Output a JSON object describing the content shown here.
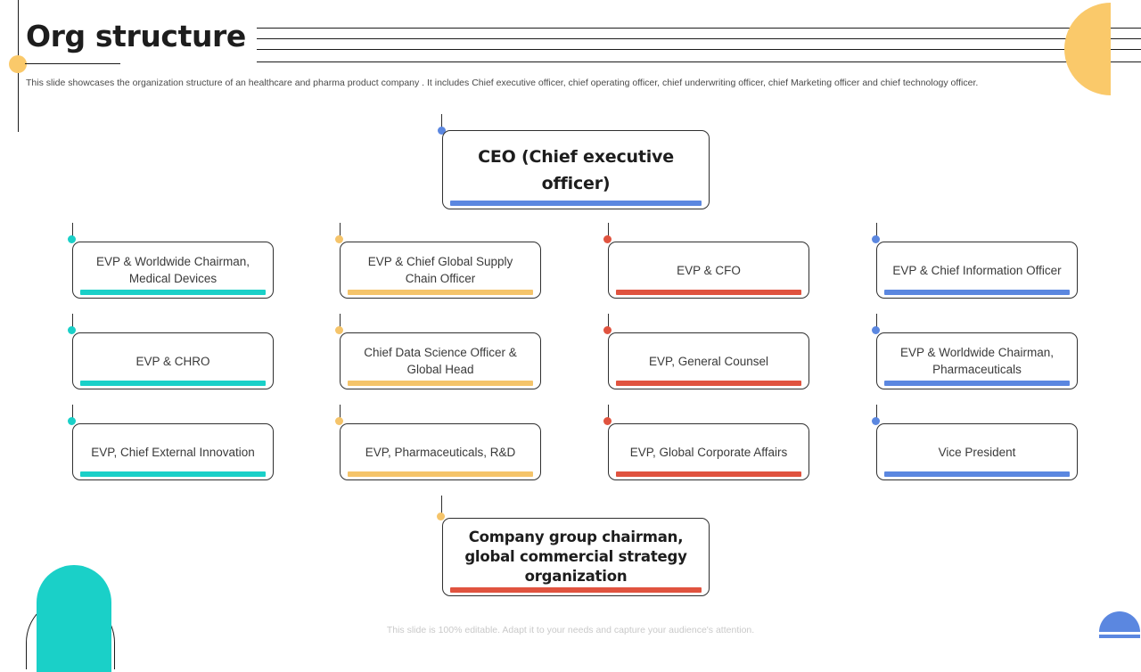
{
  "slide": {
    "title": "Org structure",
    "subtitle": "This slide showcases the organization structure of an healthcare and pharma product company . It includes Chief executive officer, chief operating officer, chief underwriting officer, chief Marketing officer and chief technology officer.",
    "footer_note": "This slide is 100% editable. Adapt it to your needs and capture your audience's attention."
  },
  "colors": {
    "teal": "#1ad0c8",
    "amber": "#f5c46a",
    "red": "#e0533f",
    "blue": "#5b87e0",
    "yellow_deco": "#fac96a",
    "outline": "#2f2f2f",
    "text": "#3a3a3a"
  },
  "chart_data": {
    "type": "diagram",
    "title": "Org structure",
    "nodes": {
      "ceo": {
        "label_main": "CEO",
        "label_paren": "(Chief executive officer)",
        "label": "CEO (Chief executive officer)",
        "accent": "#5b87e0",
        "dot": "#5b87e0"
      },
      "bottom": {
        "label": "Company group chairman, global commercial strategy organization",
        "accent": "#e0533f",
        "dot": "#f5c46a"
      }
    },
    "columns": [
      {
        "accent": "#1ad0c8",
        "dot": "#1ad0c8",
        "items": [
          "EVP & Worldwide Chairman, Medical Devices",
          "EVP & CHRO",
          "EVP, Chief External Innovation"
        ]
      },
      {
        "accent": "#f5c46a",
        "dot": "#f5c46a",
        "items": [
          "EVP & Chief Global Supply Chain Officer",
          "Chief Data Science Officer & Global Head",
          "EVP, Pharmaceuticals, R&D"
        ]
      },
      {
        "accent": "#e0533f",
        "dot": "#e0533f",
        "items": [
          "EVP & CFO",
          "EVP, General Counsel",
          "EVP, Global Corporate Affairs"
        ]
      },
      {
        "accent": "#5b87e0",
        "dot": "#5b87e0",
        "items": [
          "EVP & Chief Information Officer",
          "EVP & Worldwide Chairman, Pharmaceuticals",
          "Vice President"
        ]
      }
    ]
  }
}
